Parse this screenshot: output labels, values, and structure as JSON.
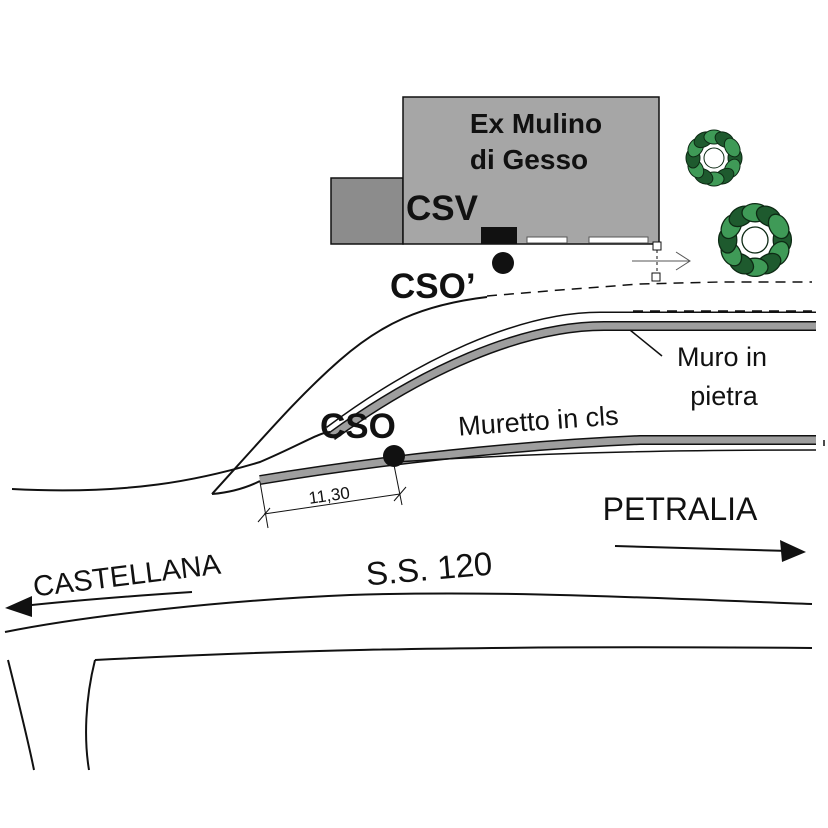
{
  "building": {
    "name_line1": "Ex Mulino",
    "name_line2": "di Gesso",
    "fill": "#a6a6a6",
    "annex_fill": "#8c8c8c"
  },
  "points": {
    "csv": "CSV",
    "cso_prime": "CSO’",
    "cso": "CSO"
  },
  "labels": {
    "muro_line1": "Muro in",
    "muro_line2": "pietra",
    "muretto": "Muretto in cls",
    "dimension": "11,30",
    "road_name": "S.S. 120",
    "direction_right": "PETRALIA",
    "direction_left": "CASTELLANA"
  },
  "icons": {
    "tree_small": "tree-icon",
    "tree_large": "tree-icon"
  },
  "colors": {
    "tree_dark": "#1e5a2e",
    "tree_light": "#3f9a57",
    "wall": "#9e9e9e"
  }
}
